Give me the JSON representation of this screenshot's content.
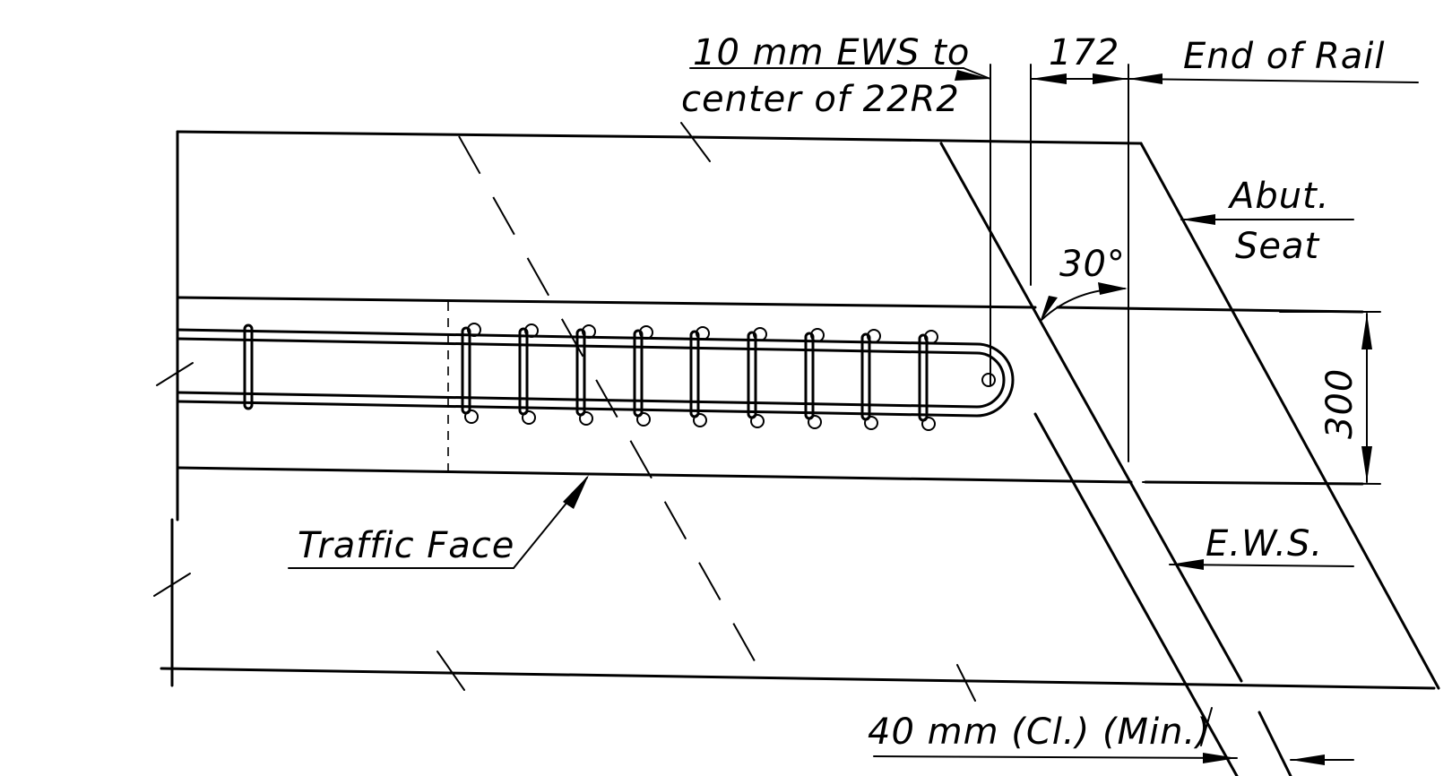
{
  "drawing": {
    "labels": {
      "ews_line1": "10 mm EWS to",
      "ews_line2": "center of 22R2",
      "dim_172": "172",
      "end_of_rail": "End of Rail",
      "abut_line1": "Abut.",
      "abut_line2": "Seat",
      "angle": "30°",
      "dim_300": "300",
      "traffic_face": "Traffic Face",
      "ews": "E.W.S.",
      "clearance": "40 mm (Cl.) (Min.)"
    }
  }
}
